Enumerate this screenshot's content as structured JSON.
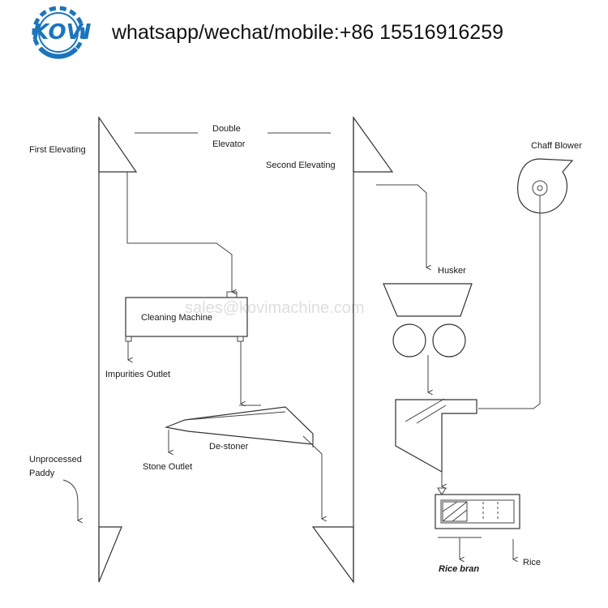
{
  "header": {
    "logo_text": "KOVI",
    "brand_color": "#1b75bc",
    "contact": "whatsapp/wechat/mobile:+86 15516916259"
  },
  "watermark": "sales@kovimachine.com",
  "labels": {
    "first_elevating": "First Elevating",
    "double_elevator_line1": "Double",
    "double_elevator_line2": "Elevator",
    "second_elevating": "Second Elevating",
    "chaff_blower": "Chaff Blower",
    "husker": "Husker",
    "cleaning_machine": "Cleaning Machine",
    "impurities_outlet": "Impurities Outlet",
    "de_stoner": "De-stoner",
    "stone_outlet": "Stone Outlet",
    "unprocessed_paddy_line1": "Unprocessed",
    "unprocessed_paddy_line2": "Paddy",
    "rice_bran": "Rice bran",
    "rice": "Rice"
  },
  "icons": [
    "gear-logo-icon",
    "arrow-down-icon",
    "blower-spiral-icon",
    "roller-icon"
  ]
}
